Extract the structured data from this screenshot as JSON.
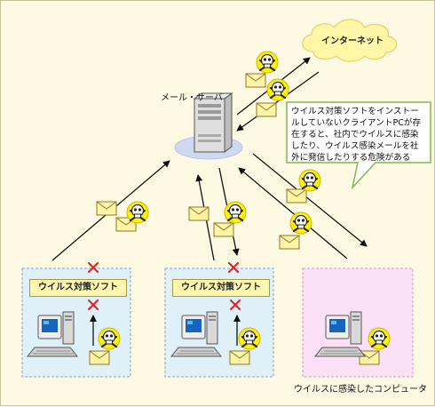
{
  "internet_label": "インターネット",
  "server_label": "メール・サーバ",
  "callout_text": "ウイルス対策ソフトをインストールしていないクライアントPCが存在すると、社内でウイルスに感染したり、ウイルス感染メールを社外に発信したりする危険がある",
  "client_left_software": "ウイルス対策ソフト",
  "client_middle_software": "ウイルス対策ソフト",
  "infected_client_label": "ウイルスに感染したコンピュータ",
  "colors": {
    "background": "#fdf9e3",
    "protected_zone": "#dff0f8",
    "infected_zone": "#fbe0f6",
    "callout": "#ffffff",
    "callout_border": "#7dbb4c",
    "cloud": "#fff6a8",
    "skull_badge": "#fff200",
    "envelope": "#fff3a6",
    "block_mark": "#e0262a"
  },
  "icons": [
    "internet-cloud-icon",
    "server-icon",
    "client-pc-icon",
    "envelope-icon",
    "skull-icon",
    "block-x-icon",
    "arrow-icon"
  ]
}
